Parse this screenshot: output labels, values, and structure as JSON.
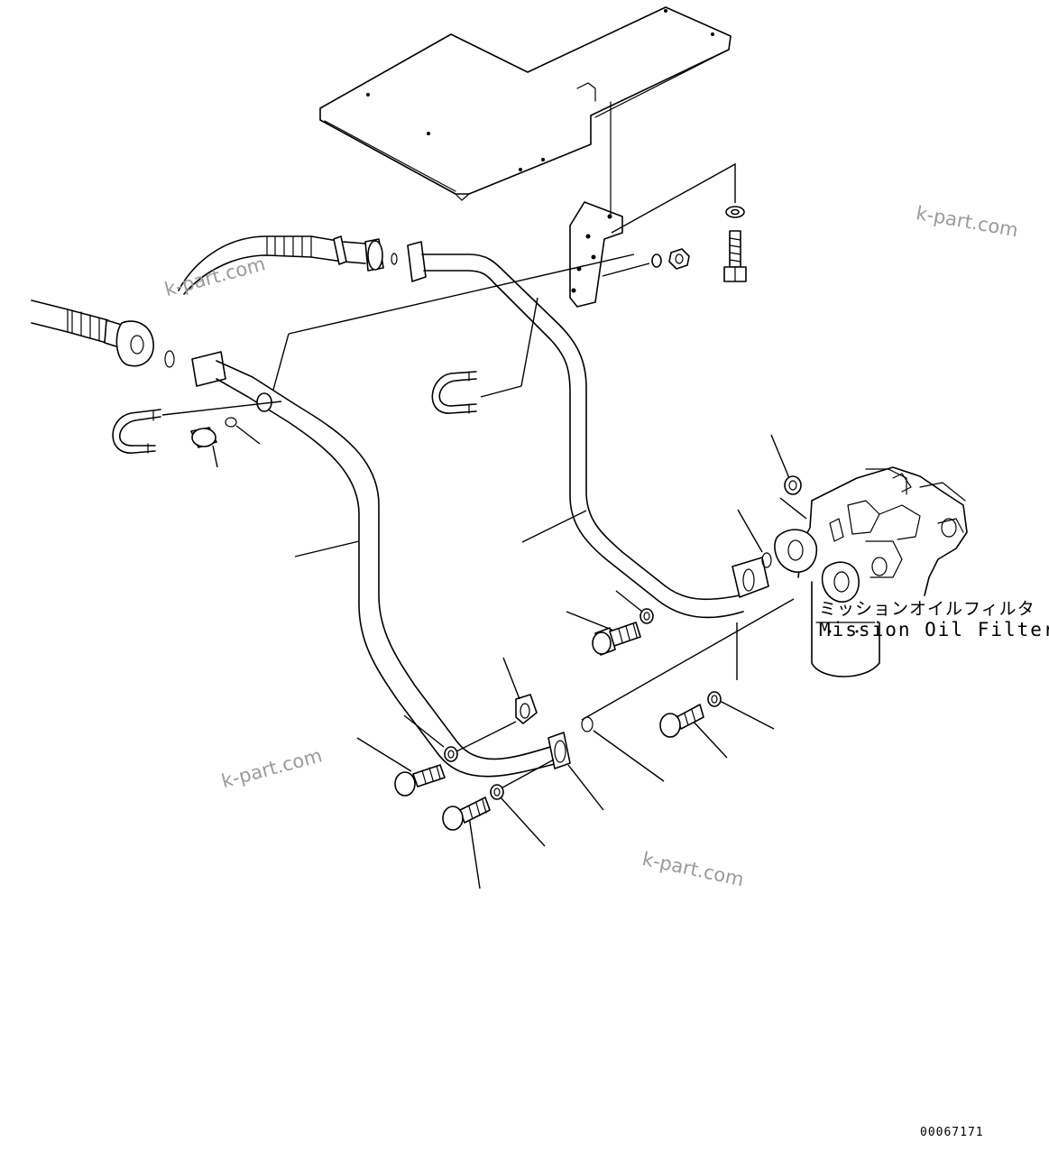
{
  "component_label": {
    "japanese": "ミッションオイルフィルタ",
    "english": "Mission Oil Filter"
  },
  "watermarks": [
    "k-part.com",
    "k-part.com",
    "k-part.com",
    "k-part.com"
  ],
  "drawing_number": "00067171"
}
